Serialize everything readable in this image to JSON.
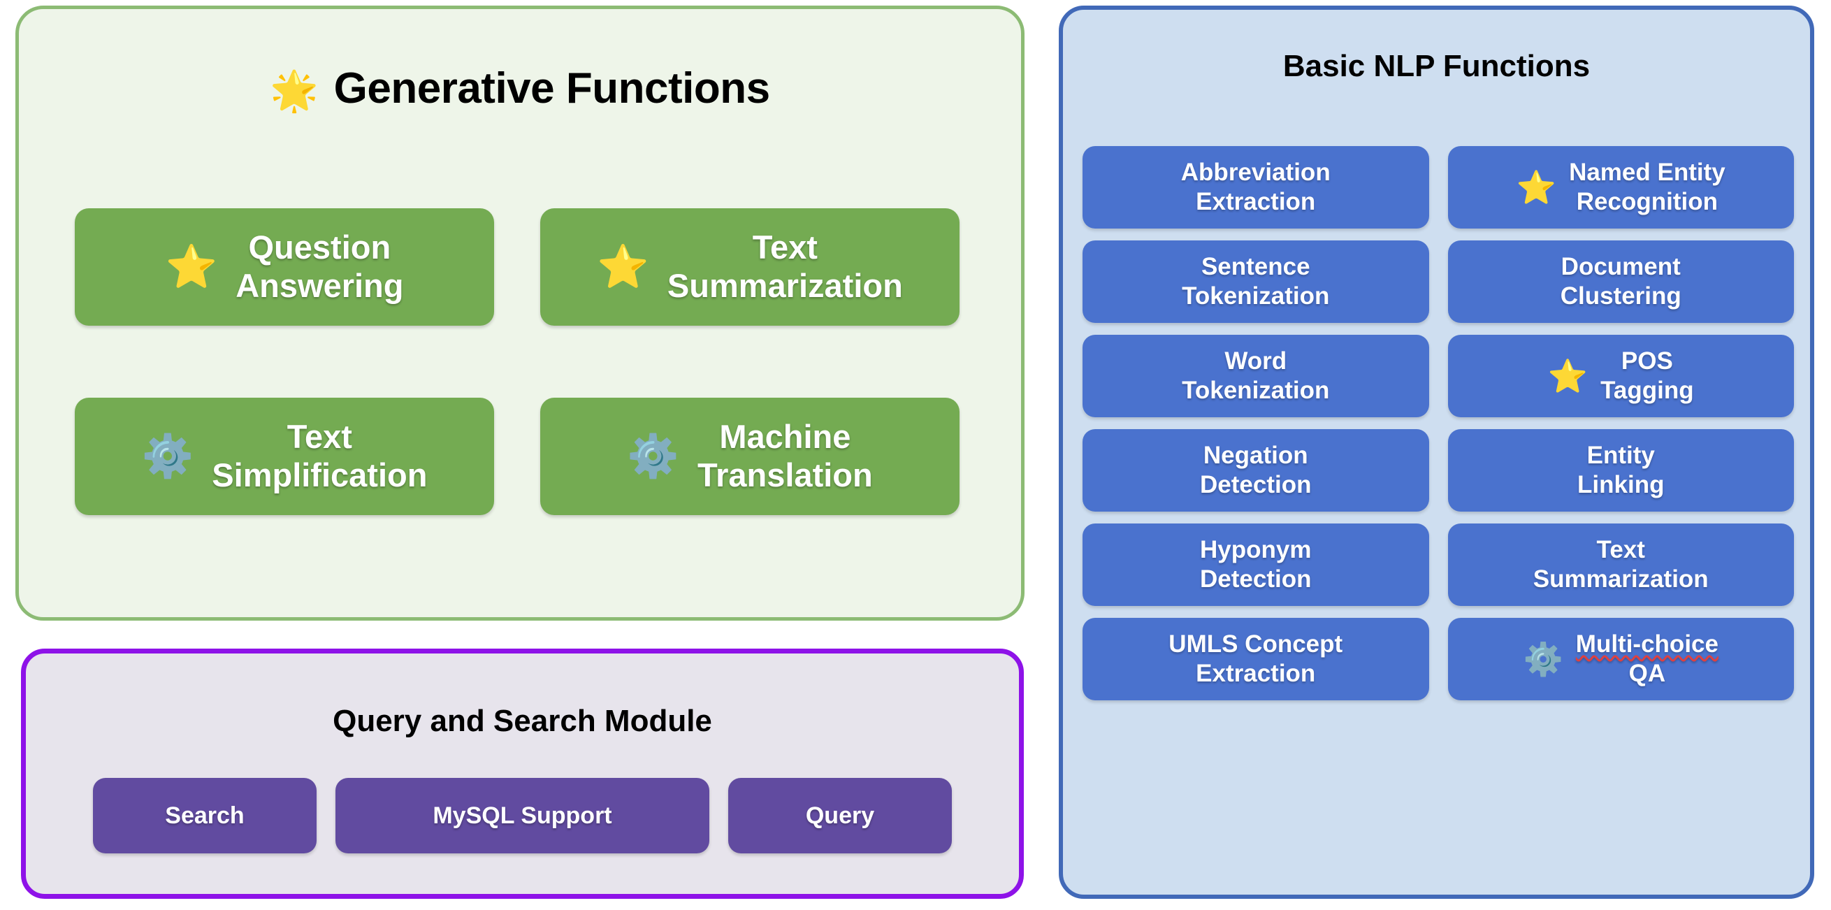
{
  "generative_panel": {
    "title": "Generative Functions",
    "title_icon": "glowing-star-icon",
    "title_icon_glyph": "🌟",
    "accent_color": "#8CBB74",
    "background_color": "#EEF5E9",
    "button_color": "#74AB52",
    "buttons": [
      {
        "label": "Question\nAnswering",
        "icon": "star-icon",
        "icon_glyph": "⭐"
      },
      {
        "label": "Text\nSummarization",
        "icon": "star-icon",
        "icon_glyph": "⭐"
      },
      {
        "label": "Text\nSimplification",
        "icon": "gear-icon",
        "icon_glyph": "⚙️"
      },
      {
        "label": "Machine\nTranslation",
        "icon": "gear-icon",
        "icon_glyph": "⚙️"
      }
    ]
  },
  "query_panel": {
    "title": "Query and Search Module",
    "accent_color": "#8E12E8",
    "background_color": "#E7E4EC",
    "button_color": "#614BA0",
    "buttons": [
      {
        "label": "Search"
      },
      {
        "label": "MySQL Support"
      },
      {
        "label": "Query"
      }
    ]
  },
  "nlp_panel": {
    "title": "Basic NLP Functions",
    "accent_color": "#4169B8",
    "background_color": "#CEDEF0",
    "button_color": "#4A72CE",
    "buttons": [
      {
        "label": "Abbreviation\nExtraction",
        "icon": null,
        "icon_glyph": ""
      },
      {
        "label": "Named Entity\nRecognition",
        "icon": "star-icon",
        "icon_glyph": "⭐"
      },
      {
        "label": "Sentence\nTokenization",
        "icon": null,
        "icon_glyph": ""
      },
      {
        "label": "Document\nClustering",
        "icon": null,
        "icon_glyph": ""
      },
      {
        "label": "Word\nTokenization",
        "icon": null,
        "icon_glyph": ""
      },
      {
        "label": "POS\nTagging",
        "icon": "star-icon",
        "icon_glyph": "⭐"
      },
      {
        "label": "Negation\nDetection",
        "icon": null,
        "icon_glyph": ""
      },
      {
        "label": "Entity\nLinking",
        "icon": null,
        "icon_glyph": ""
      },
      {
        "label": "Hyponym\nDetection",
        "icon": null,
        "icon_glyph": ""
      },
      {
        "label": "Text\nSummarization",
        "icon": null,
        "icon_glyph": ""
      },
      {
        "label": "UMLS Concept\nExtraction",
        "icon": null,
        "icon_glyph": ""
      },
      {
        "label": "Multi-choice\nQA",
        "icon": "gear-icon",
        "icon_glyph": "⚙️",
        "spellcheck_error": "Multi-choice"
      }
    ]
  }
}
